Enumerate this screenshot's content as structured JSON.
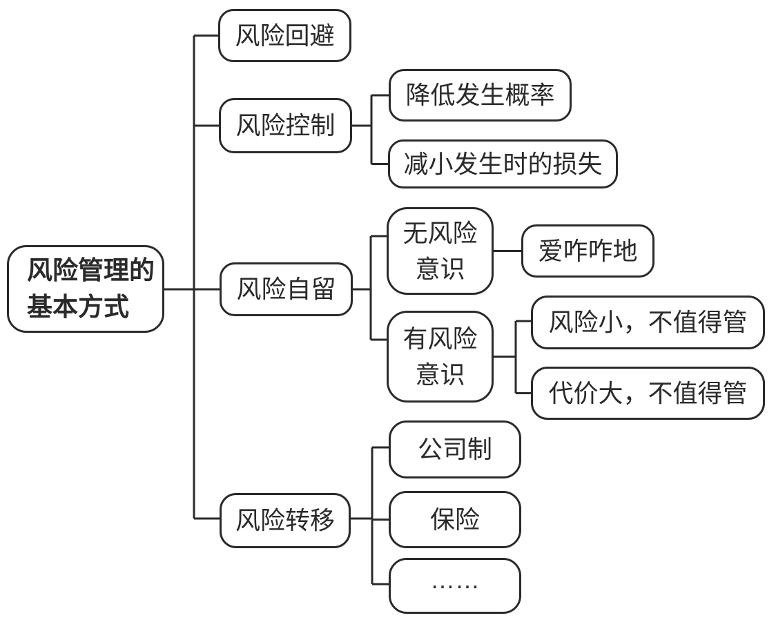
{
  "diagram": {
    "type": "tree",
    "orientation": "left-to-right",
    "colors": {
      "line": "#2a2a2a",
      "text": "#2a2a2a",
      "background": "#ffffff",
      "box_fill": "#ffffff"
    },
    "root": {
      "label": "风险管理的基本方式",
      "label_line1": "风险管理的",
      "label_line2": "基本方式"
    },
    "branches": [
      {
        "label": "风险回避",
        "children": []
      },
      {
        "label": "风险控制",
        "children": [
          {
            "label": "降低发生概率"
          },
          {
            "label": "减小发生时的损失"
          }
        ]
      },
      {
        "label": "风险自留",
        "children": [
          {
            "label": "无风险意识",
            "label_line1": "无风险",
            "label_line2": "意识",
            "children": [
              {
                "label": "爱咋咋地"
              }
            ]
          },
          {
            "label": "有风险意识",
            "label_line1": "有风险",
            "label_line2": "意识",
            "children": [
              {
                "label": "风险小，不值得管"
              },
              {
                "label": "代价大，不值得管"
              }
            ]
          }
        ]
      },
      {
        "label": "风险转移",
        "children": [
          {
            "label": "公司制"
          },
          {
            "label": "保险"
          },
          {
            "label": "……"
          }
        ]
      }
    ]
  }
}
